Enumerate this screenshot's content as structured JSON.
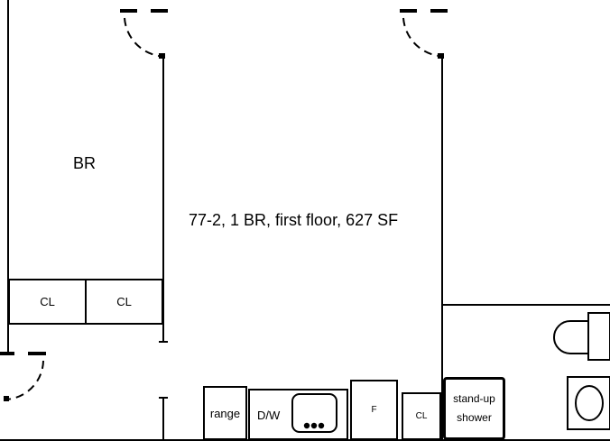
{
  "title": "77-2, 1 BR, first floor, 627 SF",
  "rooms": {
    "bedroom": "BR"
  },
  "closets": {
    "bedroom_closet_1": "CL",
    "bedroom_closet_2": "CL",
    "kitchen_closet": "CL"
  },
  "kitchen": {
    "range": "range",
    "dishwasher": "D/W",
    "fridge": "F"
  },
  "bathroom": {
    "shower_line1": "stand-up",
    "shower_line2": "shower"
  }
}
